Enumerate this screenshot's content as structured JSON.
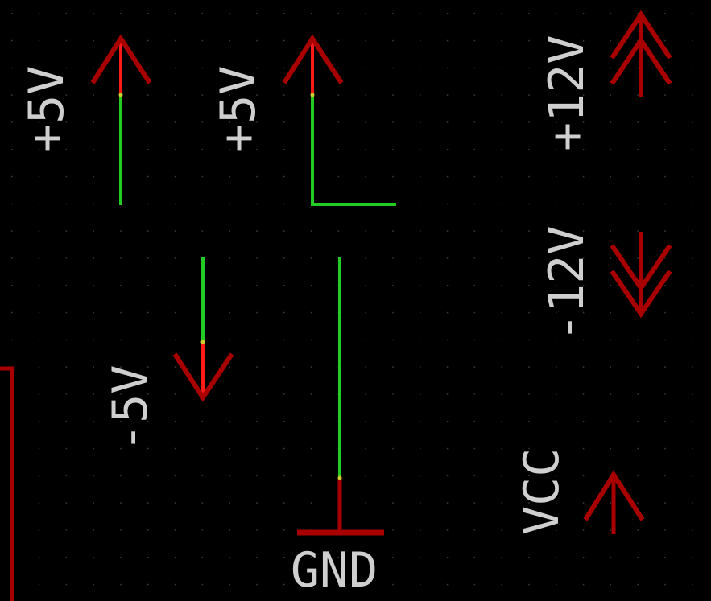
{
  "schematic": {
    "colors": {
      "background": "#000000",
      "grid": "#3a3a3a",
      "symbol": "#a80000",
      "symbol_pin": "#ff1a1a",
      "net": "#22cc22",
      "junction": "#cccc33",
      "text": "#cfcfcf"
    },
    "labels": {
      "p5v_a": "+5V",
      "p5v_b": "+5V",
      "p12v": "+12V",
      "m12v": "-12V",
      "m5v": "-5V",
      "gnd": "GND",
      "vcc": "VCC"
    }
  }
}
